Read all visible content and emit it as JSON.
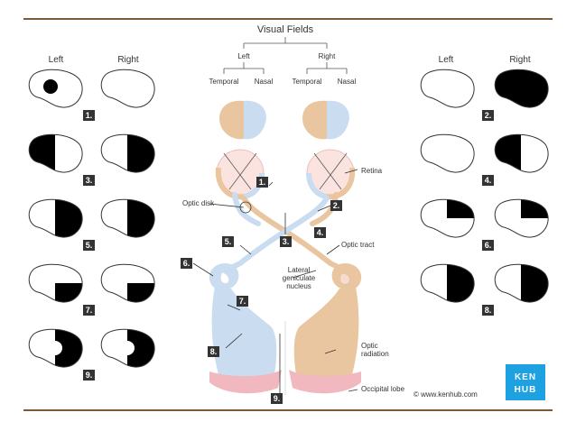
{
  "title": "Visual Fields",
  "left_column": {
    "left_label": "Left",
    "right_label": "Right"
  },
  "right_column": {
    "left_label": "Left",
    "right_label": "Right"
  },
  "tree": {
    "left": "Left",
    "right": "Right",
    "temporal_l": "Temporal",
    "nasal_l": "Nasal",
    "temporal_r": "Temporal",
    "nasal_r": "Nasal"
  },
  "rows": [
    {
      "num": "1.",
      "side": "left",
      "left_fill": "center-dot",
      "right_fill": "none"
    },
    {
      "num": "3.",
      "side": "left",
      "left_fill": "left-half",
      "right_fill": "right-half"
    },
    {
      "num": "5.",
      "side": "left",
      "left_fill": "right-half",
      "right_fill": "right-half"
    },
    {
      "num": "7.",
      "side": "left",
      "left_fill": "right-lower-quarter",
      "right_fill": "right-lower-quarter"
    },
    {
      "num": "9.",
      "side": "left",
      "left_fill": "right-half-macular-sparing",
      "right_fill": "right-half-macular-sparing"
    },
    {
      "num": "2.",
      "side": "right",
      "left_fill": "none",
      "right_fill": "full"
    },
    {
      "num": "4.",
      "side": "right",
      "left_fill": "none",
      "right_fill": "left-half"
    },
    {
      "num": "6.",
      "side": "right",
      "left_fill": "right-upper-quarter",
      "right_fill": "right-upper-quarter"
    },
    {
      "num": "8.",
      "side": "right",
      "left_fill": "right-half",
      "right_fill": "right-half"
    }
  ],
  "pathway_numbers": [
    "1.",
    "2.",
    "3.",
    "4.",
    "5.",
    "6.",
    "7.",
    "8.",
    "9."
  ],
  "labels": {
    "retina": "Retina",
    "optic_disk": "Optic disk",
    "optic_tract": "Optic tract",
    "lgn_1": "Lateral",
    "lgn_2": "geniculate",
    "lgn_3": "nucleus",
    "optic_radiation_1": "Optic",
    "optic_radiation_2": "radiation",
    "occipital_lobe": "Occipital lobe",
    "credit": "© www.kenhub.com"
  },
  "logo": {
    "line1": "KEN",
    "line2": "HUB"
  },
  "colors": {
    "border": "#7a5a3a",
    "temporal": "#e9c6a0",
    "nasal": "#c9dcf0",
    "left_path": "#c9dcf0",
    "right_path": "#e9c6a0",
    "occipital": "#f1b8bf",
    "logo": "#1da1e0",
    "badge": "#333333"
  }
}
